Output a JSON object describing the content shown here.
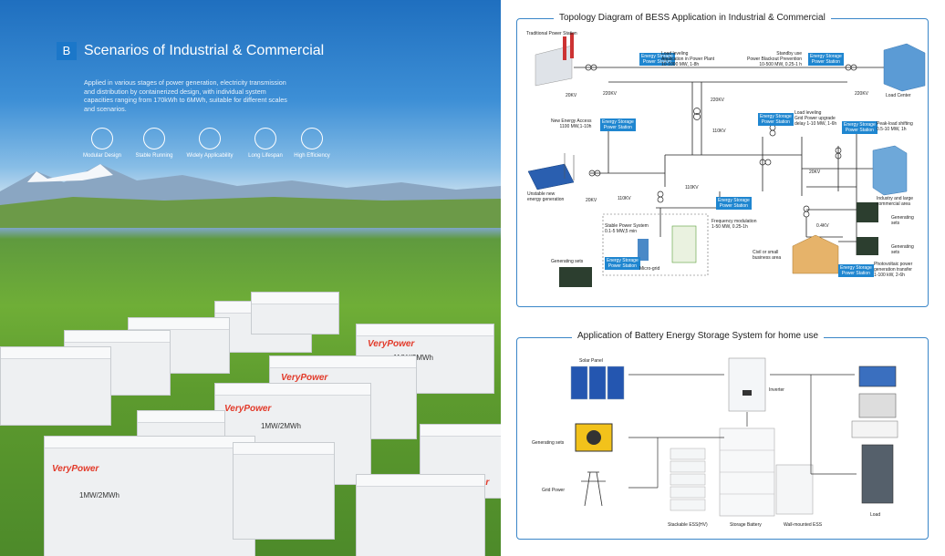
{
  "left": {
    "badge": "B",
    "title": "Scenarios of Industrial & Commercial",
    "description": "Applied in various stages of power generation, electricity transmission and distribution by containerized design, with individual system capacities ranging from 170kWh to 6MWh, suitable for different scales and scenarios.",
    "features": [
      "Modular Design",
      "Stable Running",
      "Widely Applicability",
      "Long Lifespan",
      "High Efficiency"
    ],
    "brand": "VeryPower",
    "capacity_labels": [
      "1MW/2MWh",
      "1MW/2MWh",
      "1MW/2MWh"
    ]
  },
  "topology": {
    "title": "Topology Diagram of BESS Application in Industrial & Commercial",
    "traditional_power_station": "Traditional Power Station",
    "load_leveling_plant": [
      "Load leveling",
      "Application in Power Plant",
      "10-1000 MW, 1-8h"
    ],
    "standby_use": [
      "Standby use",
      "Power Blackout Prevention",
      "10-500 MW, 0.25-1 h"
    ],
    "load_center": "Load Center",
    "v20kv_a": "20KV",
    "v220kv_a": "220KV",
    "v220kv_b": "220KV",
    "v220kv_c": "220KV",
    "v110kv_a": "110KV",
    "v110kv_b": "110KV",
    "v110kv_c": "110KV",
    "v20kv_b": "20KV",
    "v20kv_c": "20KV",
    "v04kv": "0.4KV",
    "new_energy_access": [
      "New Energy Access",
      "1100 MW,1-10h"
    ],
    "load_leveling_grid": [
      "Load leveling",
      "Grid Power upgrade",
      "delay 1-10 MW, 1-6h"
    ],
    "peak_load_shifting": [
      "Peak-load shifting",
      "0.5-10 MW, 1h"
    ],
    "unstable_energy": [
      "Unstable new",
      "energy generation"
    ],
    "frequency_modulation": [
      "Frequency modulation",
      "1-50 MW, 0.25-1h"
    ],
    "industry_area": [
      "Industry and large",
      "commercial area"
    ],
    "generating_sets_1": [
      "Generating",
      "sets"
    ],
    "generating_sets_2": [
      "Generating",
      "sets"
    ],
    "stable_power_system": [
      "Stable Power System",
      "0.1-5 MW,5 min"
    ],
    "civil_area": [
      "Civil or small",
      "business area"
    ],
    "photovoltaic": [
      "Photovoltaic power",
      "generation transfer",
      "1-100 kW, 2-6h"
    ],
    "generating_sets_left": "Generating sets",
    "micro_grid": "Micro-grid",
    "es_box": [
      "Energy Storage",
      "Power Station"
    ]
  },
  "home": {
    "title": "Application of Battery Energy Storage System for home use",
    "solar_panel": "Solar Panel",
    "inverter": "Inverter",
    "generating_sets": "Generating sets",
    "grid_power": "Grid Power",
    "stackable": "Stackable ESS(HV)",
    "storage_battery": "Storage Battery",
    "wall_mounted": "Wall-mounted ESS",
    "load": "Load"
  }
}
